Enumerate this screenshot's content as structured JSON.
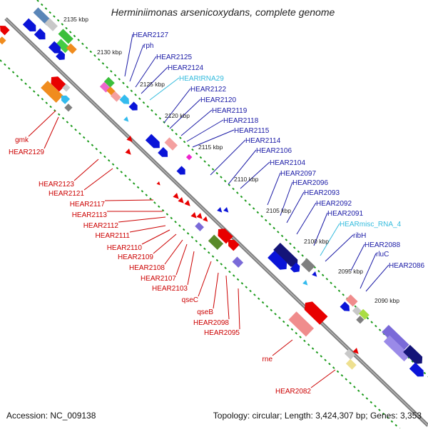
{
  "title": "Herminiimonas arsenicoxydans, complete genome",
  "accession": "Accession: NC_009138",
  "topology": "Topology: circular; Length: 3,424,307 bp; Genes: 3,353",
  "colors": {
    "backbone": "#7f7f7f",
    "forward_gene": "#0000e6",
    "reverse_gene": "#e60000",
    "forward_label": "#1a1aa6",
    "reverse_label": "#cc0000",
    "rna_label": "#33bbdd",
    "tick": "#1a9a1a",
    "kbp_label": "#222222"
  },
  "kbp_ticks": [
    "2135 kbp",
    "2130 kbp",
    "2125 kbp",
    "2120 kbp",
    "2115 kbp",
    "2110 kbp",
    "2105 kbp",
    "2100 kbp",
    "2095 kbp",
    "2090 kbp"
  ],
  "forward_labels": [
    {
      "text": "HEAR2127",
      "kind": "gene"
    },
    {
      "text": "rph",
      "kind": "gene"
    },
    {
      "text": "HEAR2125",
      "kind": "gene"
    },
    {
      "text": "HEAR2124",
      "kind": "gene"
    },
    {
      "text": "HEARtRNA29",
      "kind": "rna"
    },
    {
      "text": "HEAR2122",
      "kind": "gene"
    },
    {
      "text": "HEAR2120",
      "kind": "gene"
    },
    {
      "text": "HEAR2119",
      "kind": "gene"
    },
    {
      "text": "HEAR2118",
      "kind": "gene"
    },
    {
      "text": "HEAR2115",
      "kind": "gene"
    },
    {
      "text": "HEAR2114",
      "kind": "gene"
    },
    {
      "text": "HEAR2106",
      "kind": "gene"
    },
    {
      "text": "HEAR2104",
      "kind": "gene"
    },
    {
      "text": "HEAR2097",
      "kind": "gene"
    },
    {
      "text": "HEAR2096",
      "kind": "gene"
    },
    {
      "text": "HEAR2093",
      "kind": "gene"
    },
    {
      "text": "HEAR2092",
      "kind": "gene"
    },
    {
      "text": "HEAR2091",
      "kind": "gene"
    },
    {
      "text": "HEARmisc_RNA_4",
      "kind": "rna"
    },
    {
      "text": "ribH",
      "kind": "gene"
    },
    {
      "text": "HEAR2088",
      "kind": "gene"
    },
    {
      "text": "rluC",
      "kind": "gene"
    },
    {
      "text": "HEAR2086",
      "kind": "gene"
    }
  ],
  "reverse_labels": [
    "gmk",
    "HEAR2129",
    "HEAR2123",
    "HEAR2121",
    "HEAR2117",
    "HEAR2113",
    "HEAR2112",
    "HEAR2111",
    "HEAR2110",
    "HEAR2109",
    "HEAR2108",
    "HEAR2107",
    "HEAR2103",
    "qseC",
    "qseB",
    "HEAR2098",
    "HEAR2095",
    "rne",
    "HEAR2082"
  ]
}
